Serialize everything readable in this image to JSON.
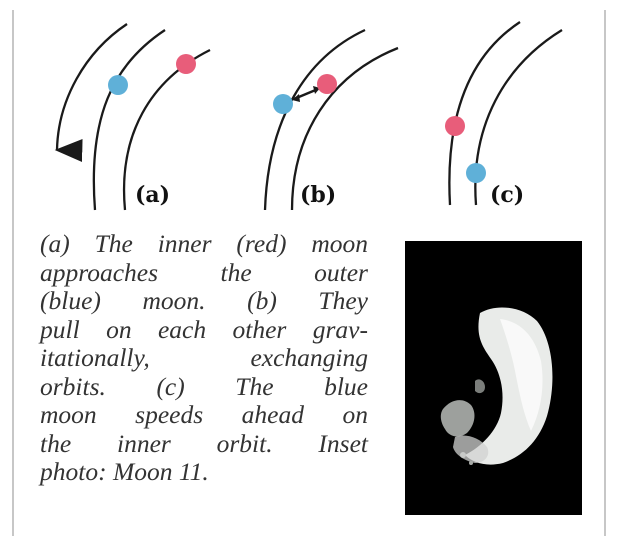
{
  "diagram": {
    "panels": [
      {
        "label": "(a)"
      },
      {
        "label": "(b)"
      },
      {
        "label": "(c)"
      }
    ],
    "colors": {
      "inner_moon": "#e85d7a",
      "outer_moon": "#5fb0d8",
      "orbit_line": "#1a1a1a",
      "background": "#ffffff",
      "border": "#c7c7c7"
    }
  },
  "caption": {
    "lines": [
      "(a) The inner (red) moon",
      "approaches the outer",
      "(blue) moon. (b) They",
      "pull on each other grav-",
      "itationally, exchanging",
      "orbits. (c) The blue",
      "moon speeds ahead on",
      "the inner orbit. Inset",
      "photo: Moon 11."
    ]
  },
  "inset_photo": {
    "background": "#000000",
    "subject_color": "#eef0ee"
  }
}
